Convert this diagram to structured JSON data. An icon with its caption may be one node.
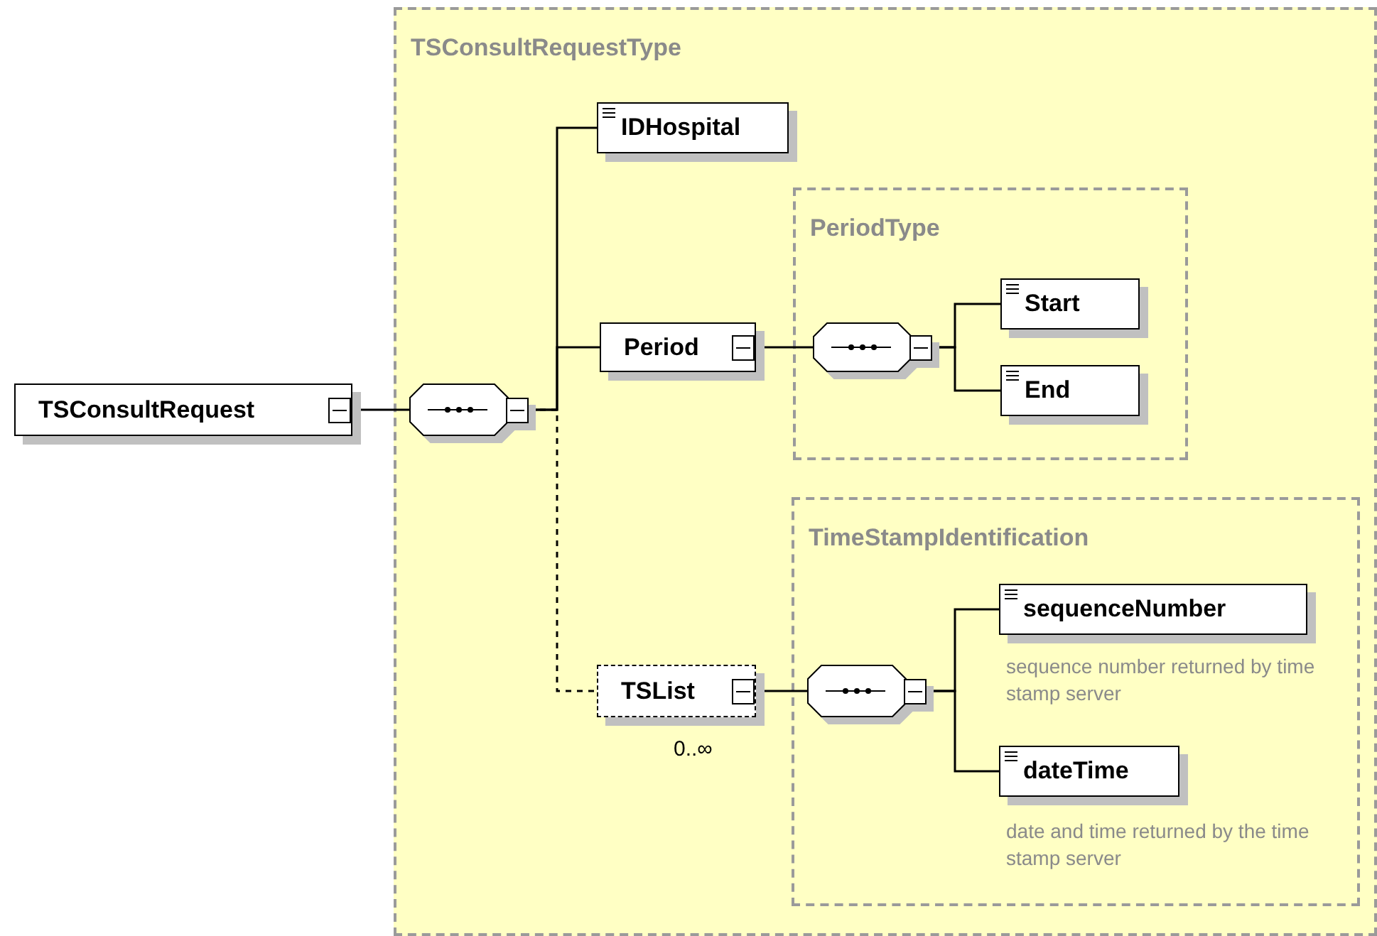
{
  "diagram": {
    "nodes": [
      {
        "text": [
          "TSConsultRequest"
        ]
      },
      {
        "text": [
          "TSConsultRequestType"
        ]
      },
      {
        "text": [],
        "shape": "octagon",
        "in": 1
      },
      {
        "text": [
          "IDHospital"
        ],
        "in": 1
      },
      {
        "text": [
          "Period"
        ],
        "in": 1
      },
      {
        "text": [
          "PeriodType"
        ],
        "in": 1
      },
      {
        "text": [],
        "shape": "octagon",
        "in": 5
      },
      {
        "text": [
          "Start"
        ],
        "in": 5
      },
      {
        "text": [
          "End"
        ],
        "in": 5
      },
      {
        "text": [
          "TimeStampIdentification"
        ],
        "in": 1
      },
      {
        "text": [
          "TSList"
        ],
        "in": 1,
        "beside": [
          "0..∞"
        ]
      },
      {
        "text": [],
        "shape": "octagon",
        "in": 9
      },
      {
        "text": [
          "sequenceNumber"
        ],
        "in": 9,
        "beside": [
          "sequence number returned by time stamp server"
        ]
      },
      {
        "text": [
          "dateTime"
        ],
        "in": 9,
        "beside": [
          "date and time returned by the time stamp server"
        ]
      }
    ],
    "edges": [
      {
        "from": 0,
        "to": 2,
        "arrow": "none"
      },
      {
        "from": 2,
        "to": 3,
        "arrow": "none"
      },
      {
        "from": 2,
        "to": 4,
        "arrow": "none"
      },
      {
        "from": 2,
        "to": 10,
        "arrow": "none",
        "style": "dashed"
      },
      {
        "from": 4,
        "to": 6,
        "arrow": "none"
      },
      {
        "from": 6,
        "to": 7,
        "arrow": "none"
      },
      {
        "from": 6,
        "to": 8,
        "arrow": "none"
      },
      {
        "from": 10,
        "to": 11,
        "arrow": "none"
      },
      {
        "from": 11,
        "to": 12,
        "arrow": "none"
      },
      {
        "from": 11,
        "to": 13,
        "arrow": "none"
      }
    ]
  }
}
